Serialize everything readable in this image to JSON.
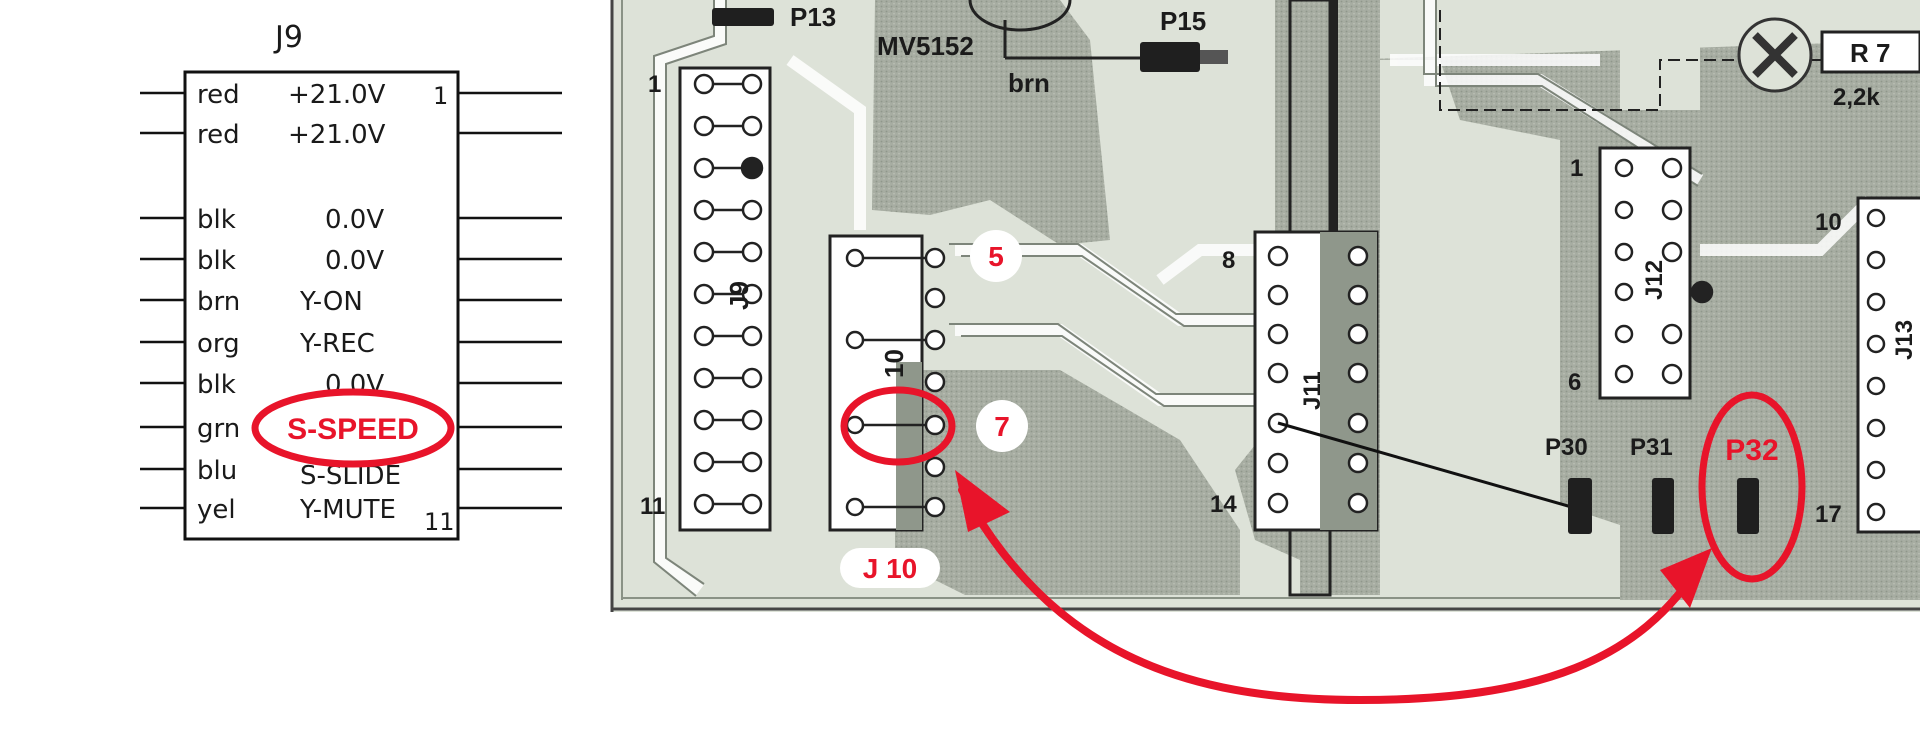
{
  "schematic": {
    "title": "J9",
    "pin_first": "1",
    "pin_last": "11",
    "rows": [
      {
        "color": "red",
        "signal": "+21.0V"
      },
      {
        "color": "red",
        "signal": "+21.0V"
      },
      {
        "color": "",
        "signal": ""
      },
      {
        "color": "blk",
        "signal": "0.0V"
      },
      {
        "color": "blk",
        "signal": "0.0V"
      },
      {
        "color": "brn",
        "signal": "Y-ON"
      },
      {
        "color": "org",
        "signal": "Y-REC"
      },
      {
        "color": "blk",
        "signal": "0.0V"
      },
      {
        "color": "grn",
        "signal": ""
      },
      {
        "color": "blu",
        "signal": "S-SLIDE"
      },
      {
        "color": "yel",
        "signal": "Y-MUTE"
      }
    ],
    "highlight": "S-SPEED"
  },
  "pcb": {
    "connector_labels": {
      "j9": "J9",
      "j10": "10",
      "j11": "J11",
      "j12": "J12",
      "j13": "J13"
    },
    "pin_numbers": {
      "j9_top": "1",
      "j9_bottom": "11",
      "j11_top": "8",
      "j11_bottom": "14",
      "j12_top": "1",
      "j12_bottom": "6",
      "j13_top": "10",
      "j13_bottom": "17"
    },
    "components": {
      "p13": "P13",
      "p15": "P15",
      "mv": "MV5152",
      "brn": "brn",
      "r7": "R 7",
      "r7_value": "2,2k",
      "p30": "P30",
      "p31": "P31",
      "p32": "P32"
    }
  },
  "annotations": {
    "pin5": "5",
    "pin7": "7",
    "j10": "J 10",
    "p32": "P32",
    "highlight_color": "#e8142a"
  }
}
